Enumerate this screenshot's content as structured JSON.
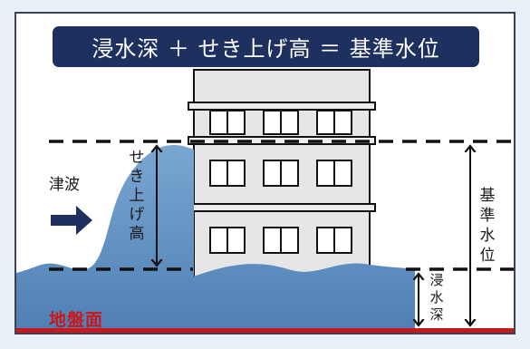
{
  "title": "浸水深 ＋ せき上げ高 ＝ 基準水位",
  "labels": {
    "tsunami": "津波",
    "surge_height": "せき上げ高",
    "reference_level": "基準水位",
    "inundation_depth": "浸水深",
    "ground_surface": "地盤面"
  },
  "colors": {
    "title_bg": "#1d3060",
    "water": "#5b8cc0",
    "water_light": "#7aa6d1",
    "ground_line": "#c8181c",
    "arrow": "#1d3060"
  }
}
